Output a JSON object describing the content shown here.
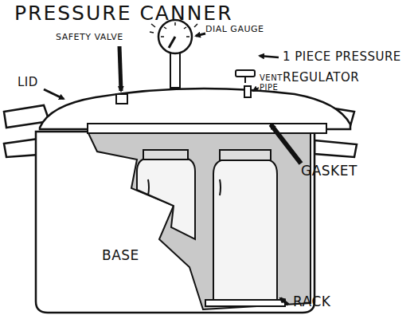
{
  "diagram": {
    "title": "PRESSURE CANNER",
    "labels": [
      "SAFETY VALVE",
      "DIAL GAUGE",
      "LID",
      "1 PIECE PRESSURE REGULATOR",
      "VENT PIPE",
      "GASKET",
      "BASE",
      "RACK"
    ]
  }
}
